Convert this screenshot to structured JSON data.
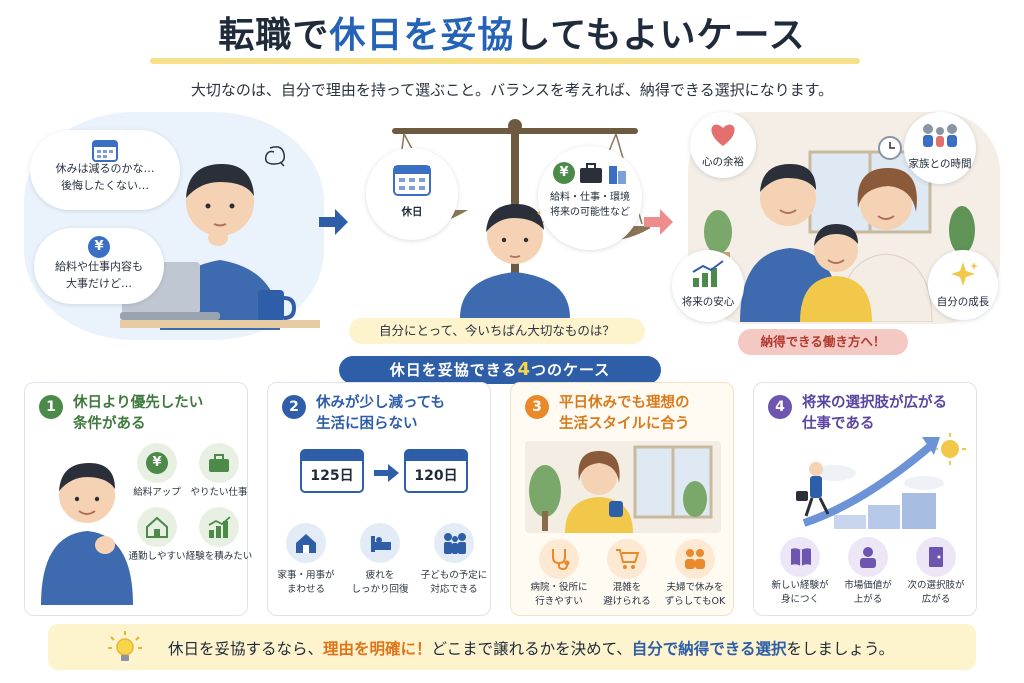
{
  "title": {
    "part1": "転職で",
    "part2": "休日を妥協",
    "part3": "してもよいケース"
  },
  "subtitle": "大切なのは、自分で理由を持って選ぶこと。バランスを考えれば、納得できる選択になります。",
  "hero": {
    "left": {
      "bubble1": [
        "休みは減るのかな…",
        "後悔したくない…"
      ],
      "bubble2": [
        "給料や仕事内容も",
        "大事だけど…"
      ],
      "yen": "¥"
    },
    "middle": {
      "left_pan": "休日",
      "right_pan": [
        "給料・仕事・環境",
        "将来の可能性など"
      ],
      "question": "自分にとって、今いちばん大切なものは？",
      "yen": "¥"
    },
    "right": {
      "heart": "心の余裕",
      "family": "家族との時間",
      "future": "将来の安心",
      "growth": "自分の成長",
      "banner": "納得できる働き方へ！"
    }
  },
  "cases_banner": {
    "pre": "休日を妥協できる",
    "num": "4",
    "post": "つのケース"
  },
  "cases": [
    {
      "num": "1",
      "title": [
        "休日より優先したい",
        "条件がある"
      ],
      "items": [
        "給料アップ",
        "やりたい仕事",
        "通勤しやすい",
        "経験を積みたい"
      ],
      "yen": "¥"
    },
    {
      "num": "2",
      "title": [
        "休みが少し減っても",
        "生活に困らない"
      ],
      "cal_from": "125日",
      "cal_to": "120日",
      "items": [
        [
          "家事・用事が",
          "まわせる"
        ],
        [
          "疲れを",
          "しっかり回復"
        ],
        [
          "子どもの予定に",
          "対応できる"
        ]
      ]
    },
    {
      "num": "3",
      "title": [
        "平日休みでも理想の",
        "生活スタイルに合う"
      ],
      "items": [
        [
          "病院・役所に",
          "行きやすい"
        ],
        [
          "混雑を",
          "避けられる"
        ],
        [
          "夫婦で休みを",
          "ずらしてもOK"
        ]
      ]
    },
    {
      "num": "4",
      "title": [
        "将来の選択肢が広がる",
        "仕事である"
      ],
      "items": [
        [
          "新しい経験が",
          "身につく"
        ],
        [
          "市場価値が",
          "上がる"
        ],
        [
          "次の選択肢が",
          "広がる"
        ]
      ]
    }
  ],
  "footer": {
    "a": "休日を妥協するなら、",
    "b": "理由を明確に！",
    "c": "どこまで譲れるかを決めて、",
    "d": "自分で納得できる選択",
    "e": "をしましょう。"
  },
  "colors": {
    "primary": "#2f5ea8",
    "accent_yellow": "#fdf3cc",
    "green": "#4c8a4a",
    "orange": "#e9892a",
    "purple": "#6d55b0",
    "pink": "#f4c9c4"
  }
}
